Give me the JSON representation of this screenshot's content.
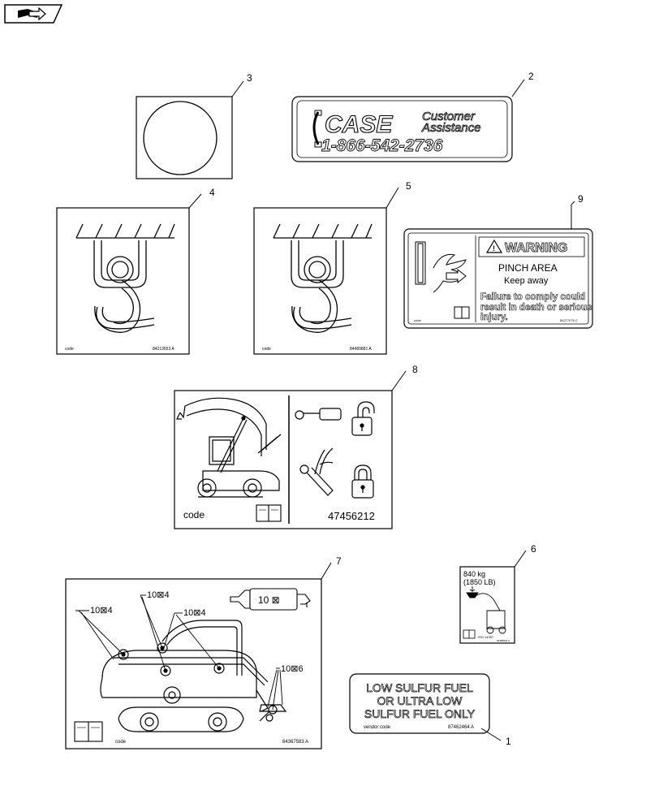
{
  "toolbar": {
    "nav_icon": "book-page-arrow-icon"
  },
  "callouts": {
    "c1": "1",
    "c2": "2",
    "c3": "3",
    "c4": "4",
    "c5": "5",
    "c6": "6",
    "c7": "7",
    "c8": "8",
    "c9": "9"
  },
  "decal2": {
    "brand": "CASE",
    "line1": "Customer",
    "line2": "Assistance",
    "phone": "1-866-542-2736"
  },
  "decal4": {
    "code": "code",
    "part": "84213653 A"
  },
  "decal5": {
    "code": "code",
    "part": "84489881 A"
  },
  "decal9": {
    "header": "WARNING",
    "title": "PINCH AREA",
    "subtitle": "Keep  away",
    "line1": "Failure to comply could",
    "line2": "result in death or serious",
    "line3": "injury.",
    "code": "code",
    "part": "84277076 C"
  },
  "decal8": {
    "code": "code",
    "part": "47456212"
  },
  "decal6": {
    "line1": "840 kg",
    "line2": "(1850 LB)",
    "iso": "ISO 14397",
    "part": "84388692 A"
  },
  "decal7": {
    "tool_label": "10 ⊠",
    "lbl_a": "10⊠4",
    "lbl_b": "10⊠4",
    "lbl_c": "10⊠4",
    "lbl_d": "10⊠6",
    "code": "code",
    "part": "84367583 A"
  },
  "decal1": {
    "line1": "LOW SULFUR FUEL",
    "line2": "OR ULTRA LOW",
    "line3": "SULFUR FUEL ONLY",
    "code": "vendor code",
    "part": "87462464 A"
  }
}
